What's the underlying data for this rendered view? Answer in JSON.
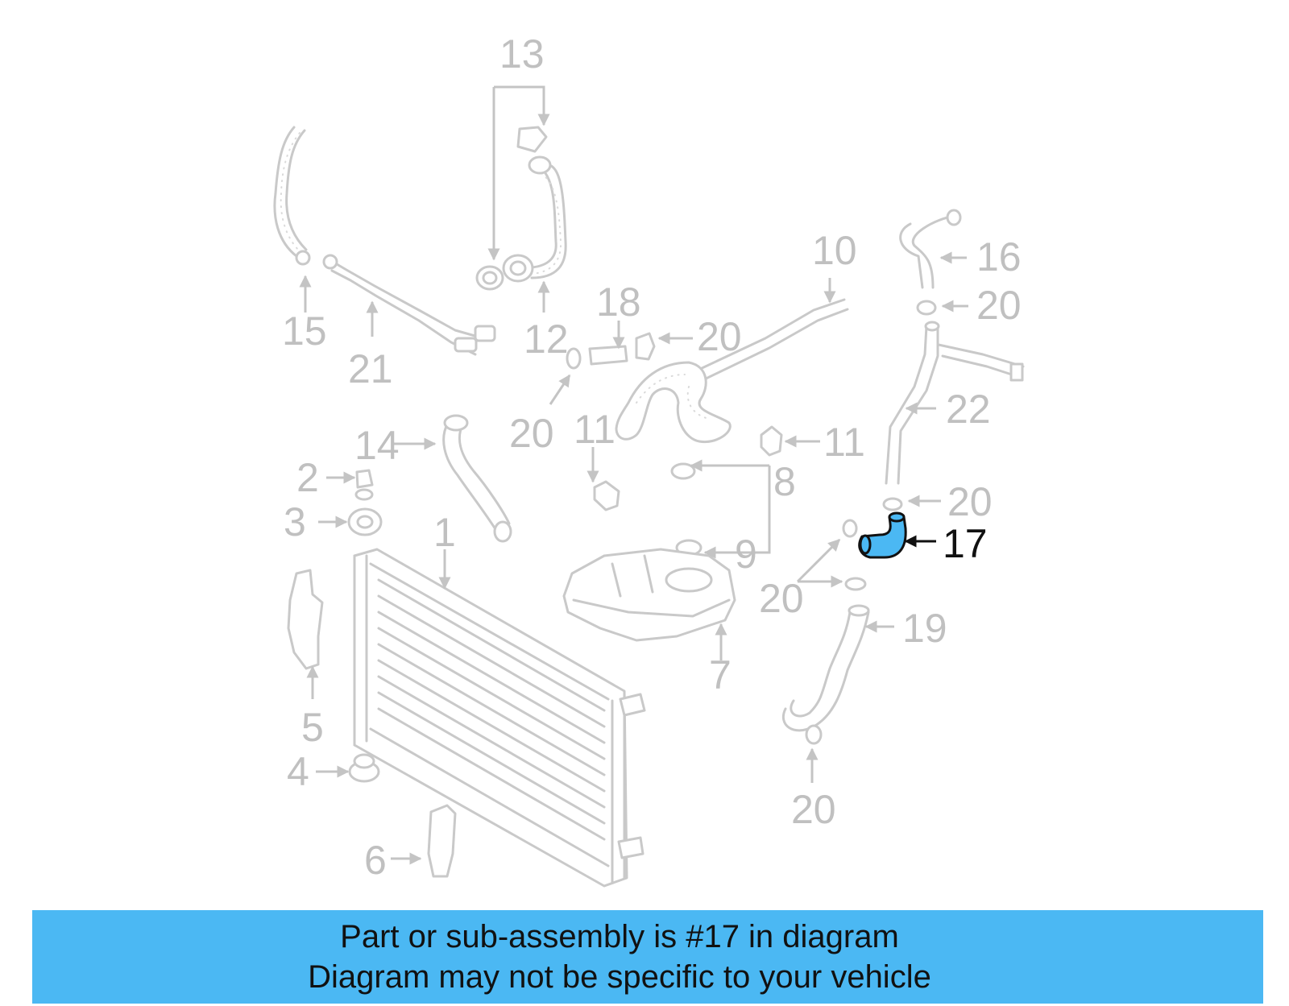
{
  "diagram": {
    "highlight_color": "#4bb8f3",
    "highlighted_part": "17",
    "callouts": {
      "c1": "1",
      "c2": "2",
      "c3": "3",
      "c4": "4",
      "c5": "5",
      "c6": "6",
      "c7": "7",
      "c8": "8",
      "c9": "9",
      "c10": "10",
      "c11a": "11",
      "c11b": "11",
      "c12": "12",
      "c13": "13",
      "c14": "14",
      "c15": "15",
      "c16": "16",
      "c17": "17",
      "c18": "18",
      "c19": "19",
      "c20a": "20",
      "c20b": "20",
      "c20c": "20",
      "c20d": "20",
      "c20e": "20",
      "c20f": "20",
      "c21": "21",
      "c22": "22"
    }
  },
  "banner": {
    "line1": "Part or sub-assembly is #17 in diagram",
    "line2": "Diagram may not be specific to your vehicle",
    "background": "#4bb8f3"
  }
}
